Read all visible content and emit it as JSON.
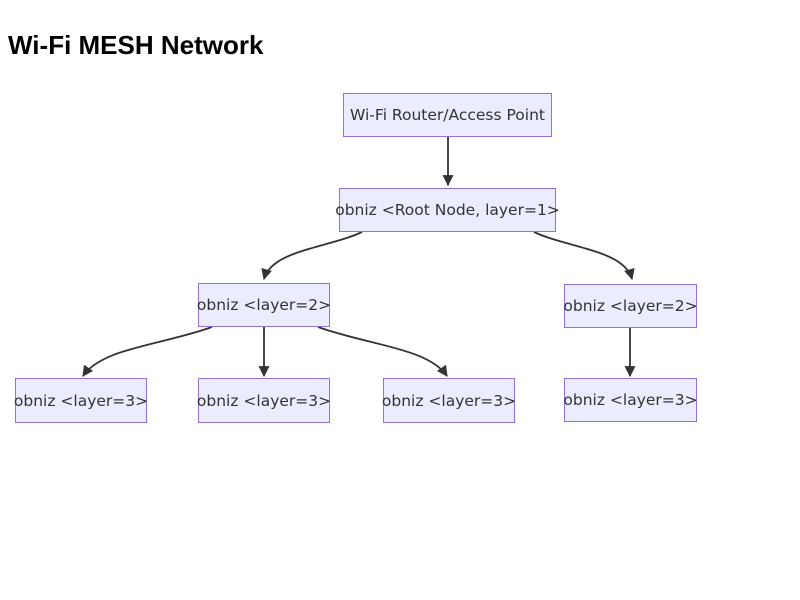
{
  "title": "Wi-Fi MESH Network",
  "diagram": {
    "type": "flowchart",
    "direction": "top-down",
    "colors": {
      "node_fill": "#ECECFF",
      "node_border": "#9370DB",
      "node_text": "#333333",
      "edge": "#333333",
      "title_text": "#000000",
      "background": "#ffffff"
    },
    "nodes": [
      {
        "id": "router",
        "label": "Wi-Fi Router/Access Point"
      },
      {
        "id": "root",
        "label": "obniz <Root Node, layer=1>"
      },
      {
        "id": "l2a",
        "label": "obniz <layer=2>"
      },
      {
        "id": "l2b",
        "label": "obniz <layer=2>"
      },
      {
        "id": "l3a",
        "label": "obniz <layer=3>"
      },
      {
        "id": "l3b",
        "label": "obniz <layer=3>"
      },
      {
        "id": "l3c",
        "label": "obniz <layer=3>"
      },
      {
        "id": "l3d",
        "label": "obniz <layer=3>"
      }
    ],
    "edges": [
      {
        "from": "router",
        "to": "root"
      },
      {
        "from": "root",
        "to": "l2a"
      },
      {
        "from": "root",
        "to": "l2b"
      },
      {
        "from": "l2a",
        "to": "l3a"
      },
      {
        "from": "l2a",
        "to": "l3b"
      },
      {
        "from": "l2a",
        "to": "l3c"
      },
      {
        "from": "l2b",
        "to": "l3d"
      }
    ]
  }
}
